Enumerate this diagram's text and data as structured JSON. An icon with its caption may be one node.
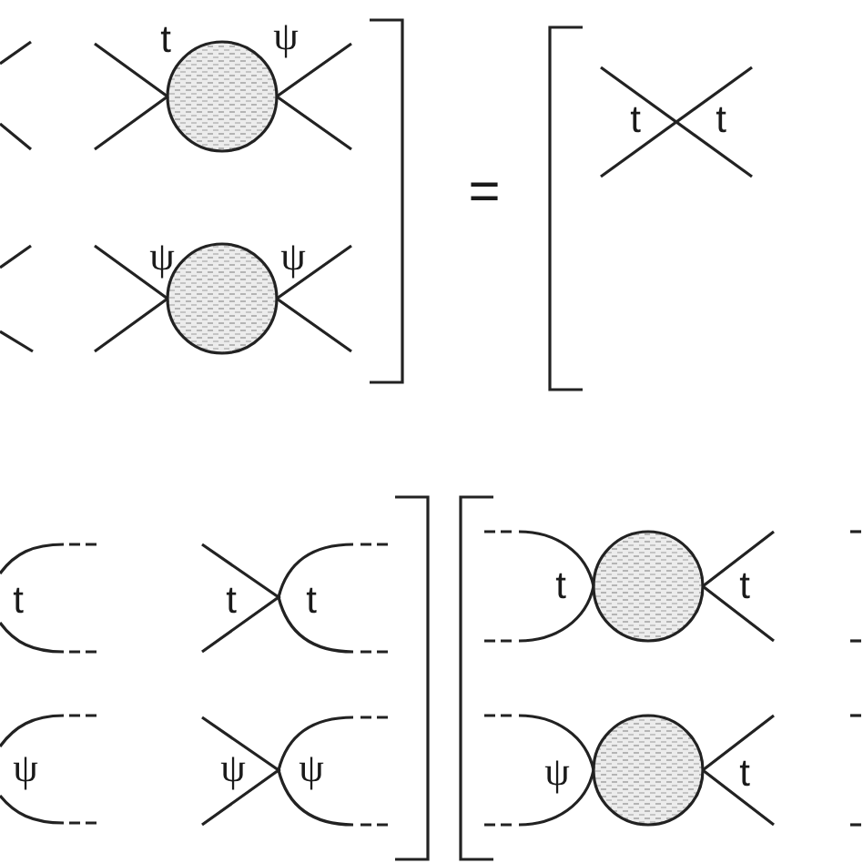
{
  "diagram": {
    "labels": [
      "t",
      "ψ",
      "t",
      "t",
      "=",
      "ψ",
      "ψ",
      "t",
      "t",
      "t",
      "t",
      "t",
      "ψ",
      "ψ",
      "ψ",
      "ψ",
      "t"
    ]
  }
}
